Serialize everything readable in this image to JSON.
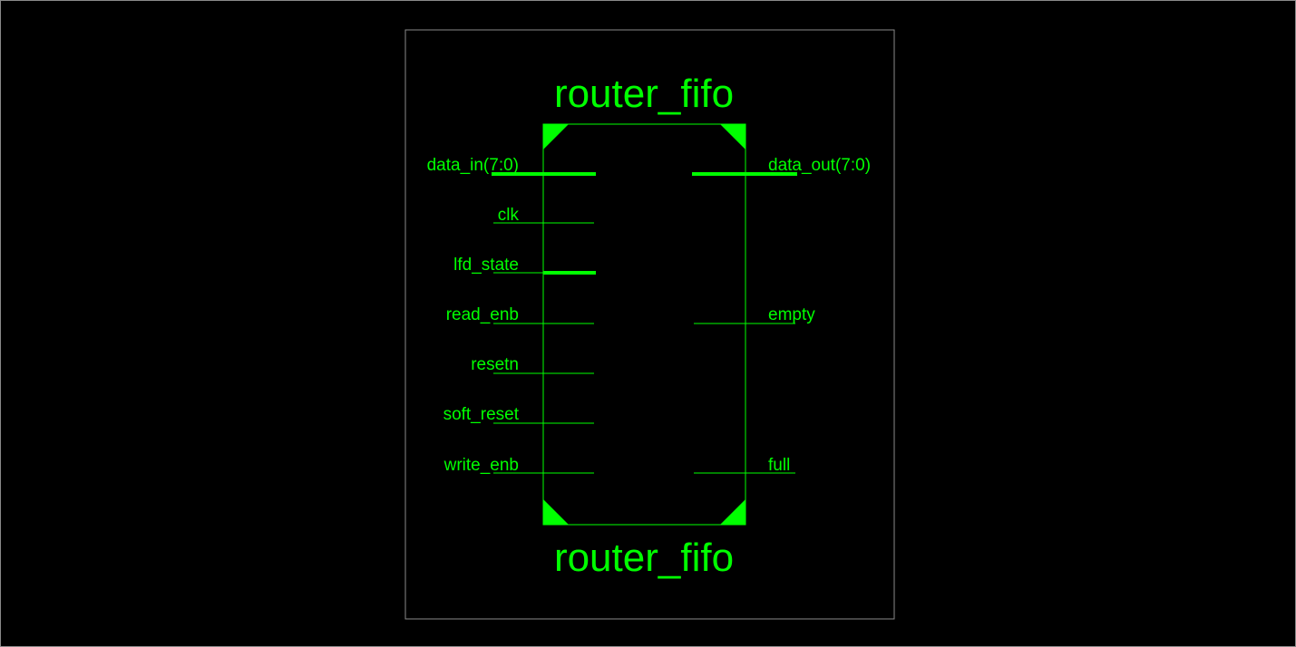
{
  "schematic": {
    "block_name_top": "router_fifo",
    "block_name_bottom": "router_fifo",
    "colors": {
      "background": "#000000",
      "frame": "#8a8a8a",
      "wire": "#00ff00",
      "text": "#00ff00"
    },
    "input_ports": [
      {
        "label": "data_in(7:0)",
        "bus": true
      },
      {
        "label": "clk",
        "bus": false
      },
      {
        "label": "lfd_state",
        "bus": false
      },
      {
        "label": "read_enb",
        "bus": false
      },
      {
        "label": "resetn",
        "bus": false
      },
      {
        "label": "soft_reset",
        "bus": false
      },
      {
        "label": "write_enb",
        "bus": false
      }
    ],
    "output_ports": [
      {
        "label": "data_out(7:0)",
        "bus": true
      },
      {
        "label": "empty",
        "bus": false
      },
      {
        "label": "full",
        "bus": false
      }
    ]
  }
}
